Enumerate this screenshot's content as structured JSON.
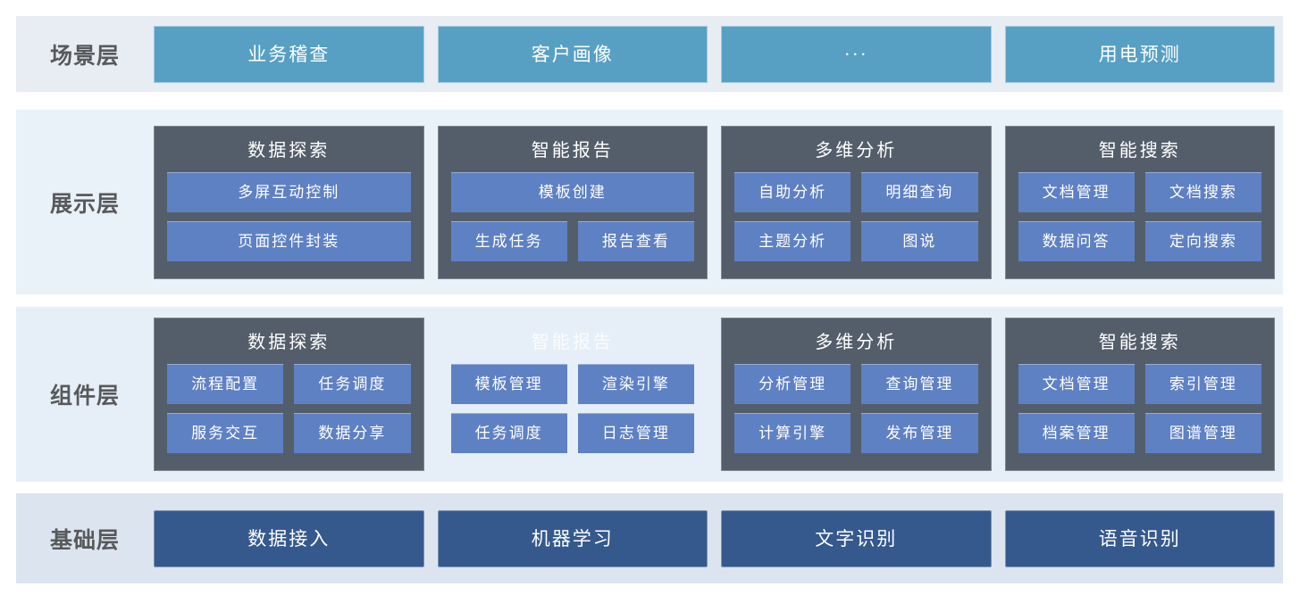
{
  "colors": {
    "scenario_button": "#57a0c3",
    "panel_background": "#545e6a",
    "item_button": "#5e81c4",
    "base_button": "#35598c",
    "band_scenario_bg": "#e8ecf3",
    "band_display_bg": "#e9f1f9",
    "band_component_bg": "#e6eff8",
    "band_base_bg": "#dce4f0",
    "layer_label_text": "#58595b"
  },
  "layers": [
    {
      "label": "场景层",
      "buttons": [
        "业务稽查",
        "客户画像",
        "···",
        "用电预测"
      ]
    },
    {
      "label": "展示层",
      "panels": [
        {
          "title": "数据探索",
          "items": [
            "多屏互动控制",
            "页面控件封装"
          ]
        },
        {
          "title": "智能报告",
          "items": [
            "模板创建",
            "生成任务",
            "报告查看"
          ]
        },
        {
          "title": "多维分析",
          "items": [
            "自助分析",
            "明细查询",
            "主题分析",
            "图说"
          ]
        },
        {
          "title": "智能搜索",
          "items": [
            "文档管理",
            "文档搜索",
            "数据问答",
            "定向搜索"
          ]
        }
      ]
    },
    {
      "label": "组件层",
      "panels": [
        {
          "title": "数据探索",
          "items": [
            "流程配置",
            "任务调度",
            "服务交互",
            "数据分享"
          ]
        },
        {
          "title": "智能报告",
          "items": [
            "模板管理",
            "渲染引擎",
            "任务调度",
            "日志管理"
          ]
        },
        {
          "title": "多维分析",
          "items": [
            "分析管理",
            "查询管理",
            "计算引擎",
            "发布管理"
          ]
        },
        {
          "title": "智能搜索",
          "items": [
            "文档管理",
            "索引管理",
            "档案管理",
            "图谱管理"
          ]
        }
      ]
    },
    {
      "label": "基础层",
      "buttons": [
        "数据接入",
        "机器学习",
        "文字识别",
        "语音识别"
      ]
    }
  ]
}
